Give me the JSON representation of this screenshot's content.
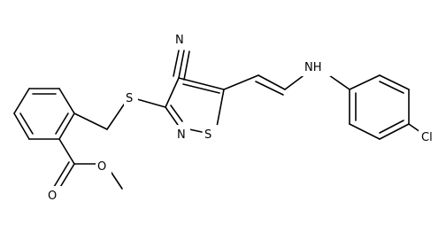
{
  "structure": {
    "atoms": {
      "nitrile_n": "N",
      "thioether_s": "S",
      "ring_n": "N",
      "ring_s": "S",
      "amine": "NH",
      "chlorine": "Cl",
      "carbonyl_o": "O",
      "ester_o": "O"
    }
  }
}
